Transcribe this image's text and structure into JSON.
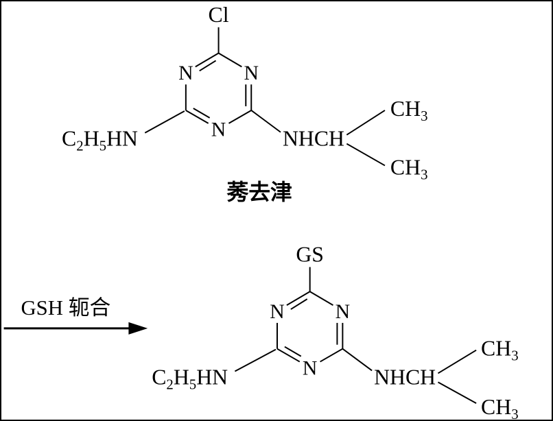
{
  "colors": {
    "ink": "#000000",
    "background": "#ffffff"
  },
  "scheme": {
    "reactant": {
      "chloro_label": "Cl",
      "ring": {
        "n_left": "N",
        "n_right": "N",
        "n_bottom": "N"
      },
      "ethylamino": {
        "c": "C",
        "sub_2": "2",
        "h": "H",
        "sub_5": "5",
        "hn": "HN"
      },
      "isopropylamino": "NHCH",
      "methyl_upper": {
        "ch": "CH",
        "sub_3": "3"
      },
      "methyl_lower": {
        "ch": "CH",
        "sub_3": "3"
      },
      "caption": "莠去津"
    },
    "arrow": {
      "label": "GSH 轭合"
    },
    "product": {
      "gs_label": "GS",
      "ring": {
        "n_left": "N",
        "n_right": "N",
        "n_bottom": "N"
      },
      "ethylamino": {
        "c": "C",
        "sub_2": "2",
        "h": "H",
        "sub_5": "5",
        "hn": "HN"
      },
      "isopropylamino": "NHCH",
      "methyl_upper": {
        "ch": "CH",
        "sub_3": "3"
      },
      "methyl_lower": {
        "ch": "CH",
        "sub_3": "3"
      }
    }
  }
}
